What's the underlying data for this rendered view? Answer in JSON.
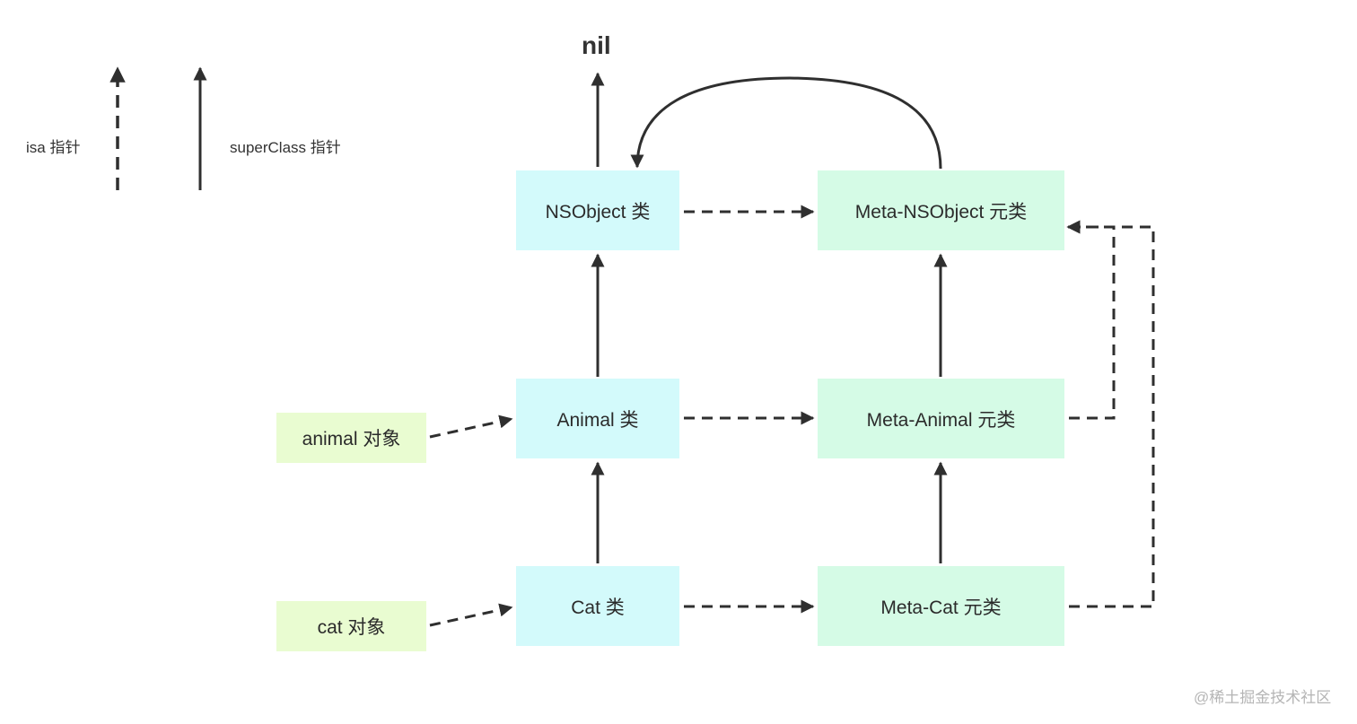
{
  "legend": {
    "isa_label": "isa 指针",
    "superclass_label": "superClass 指针"
  },
  "nil_label": "nil",
  "nodes": {
    "nsobject_class": "NSObject 类",
    "meta_nsobject": "Meta-NSObject 元类",
    "animal_class": "Animal 类",
    "meta_animal": "Meta-Animal 元类",
    "cat_class": "Cat 类",
    "meta_cat": "Meta-Cat 元类",
    "animal_object": "animal 对象",
    "cat_object": "cat 对象"
  },
  "edges": [
    {
      "from": "animal_object",
      "to": "animal_class",
      "type": "isa"
    },
    {
      "from": "cat_object",
      "to": "cat_class",
      "type": "isa"
    },
    {
      "from": "nsobject_class",
      "to": "meta_nsobject",
      "type": "isa"
    },
    {
      "from": "animal_class",
      "to": "meta_animal",
      "type": "isa"
    },
    {
      "from": "cat_class",
      "to": "meta_cat",
      "type": "isa"
    },
    {
      "from": "meta_animal",
      "to": "meta_nsobject",
      "type": "isa"
    },
    {
      "from": "meta_cat",
      "to": "meta_nsobject",
      "type": "isa"
    },
    {
      "from": "cat_class",
      "to": "animal_class",
      "type": "superClass"
    },
    {
      "from": "animal_class",
      "to": "nsobject_class",
      "type": "superClass"
    },
    {
      "from": "nsobject_class",
      "to": "nil",
      "type": "superClass"
    },
    {
      "from": "meta_cat",
      "to": "meta_animal",
      "type": "superClass"
    },
    {
      "from": "meta_animal",
      "to": "meta_nsobject",
      "type": "superClass"
    },
    {
      "from": "meta_nsobject",
      "to": "nsobject_class",
      "type": "superClass"
    }
  ],
  "colors": {
    "class_fill": "#d3fafb",
    "metaclass_fill": "#d5fbe6",
    "object_fill": "#e9fcd1",
    "line": "#2f2f2f"
  },
  "watermark": "@稀土掘金技术社区"
}
